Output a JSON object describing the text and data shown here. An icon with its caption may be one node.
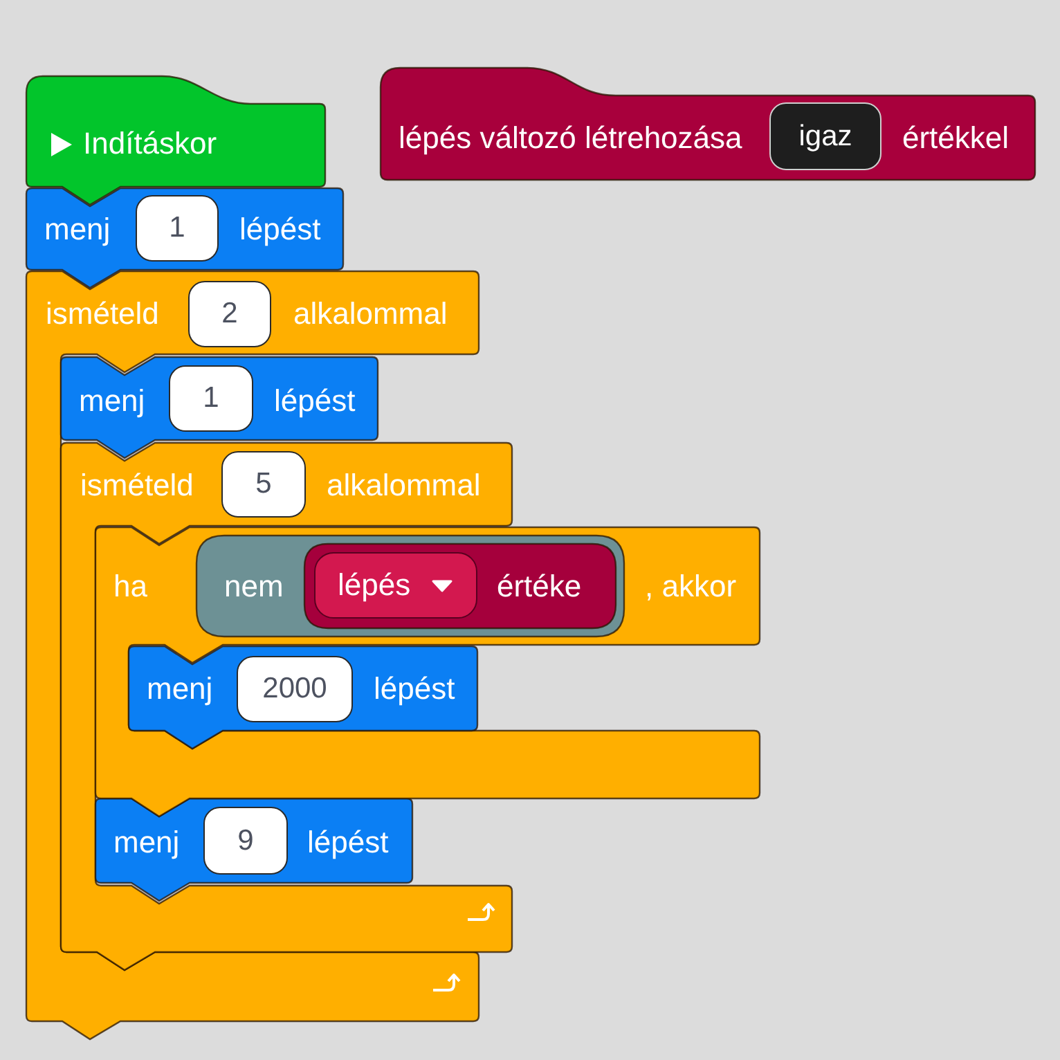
{
  "diagram": {
    "nodes": [
      {
        "text": [
          "Indításkor"
        ]
      },
      {
        "text": [
          "lépés változó létrehozása",
          "értékkel"
        ]
      },
      {
        "text": [
          "igaz"
        ],
        "in": 1
      },
      {
        "text": [
          "menj",
          "lépést"
        ]
      },
      {
        "text": [
          "1"
        ],
        "in": 3
      },
      {
        "text": [
          "ismételd",
          "alkalommal"
        ]
      },
      {
        "text": [
          "2"
        ],
        "in": 5
      },
      {
        "text": [
          "menj",
          "lépést"
        ],
        "in": 5
      },
      {
        "text": [
          "1"
        ],
        "in": 7
      },
      {
        "text": [
          "ismételd",
          "alkalommal"
        ],
        "in": 5
      },
      {
        "text": [
          "5"
        ],
        "in": 9
      },
      {
        "text": [
          "ha",
          ", akkor"
        ]
      },
      {
        "text": [
          "nem"
        ],
        "in": 11
      },
      {
        "text": [
          "értéke"
        ],
        "in": 12
      },
      {
        "text": [
          "lépés"
        ],
        "in": 13
      },
      {
        "text": [
          "menj",
          "lépést"
        ],
        "in": 11
      },
      {
        "text": [
          "2000"
        ],
        "in": 15
      },
      {
        "text": [
          "menj",
          "lépést"
        ],
        "in": 9
      },
      {
        "text": [
          "9"
        ],
        "in": 17
      }
    ]
  }
}
